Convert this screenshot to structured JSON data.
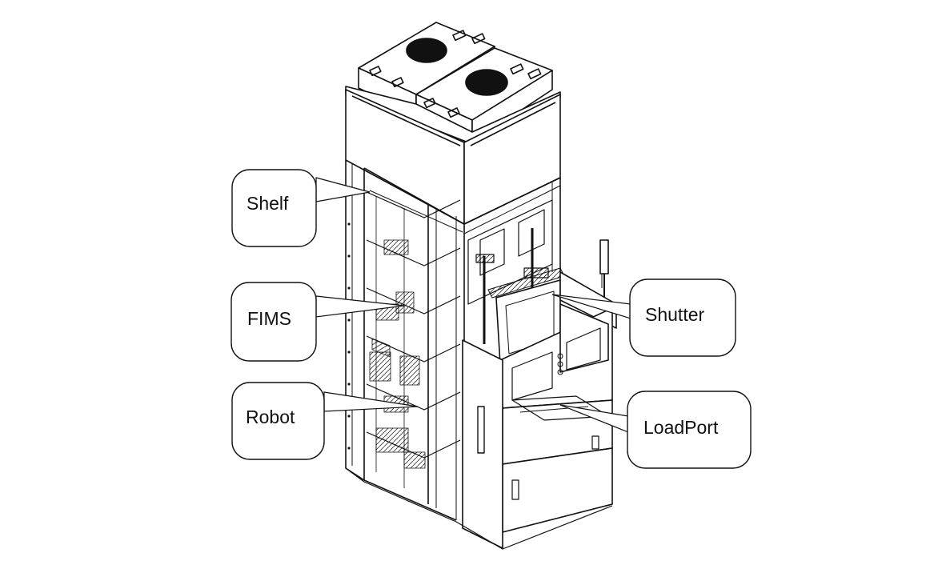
{
  "callouts": {
    "shelf": "Shelf",
    "fims": "FIMS",
    "robot": "Robot",
    "shutter": "Shutter",
    "loadport": "LoadPort"
  },
  "colors": {
    "line": "#111111",
    "panel_fill": "#ffffff",
    "fan_fill": "#111111"
  }
}
